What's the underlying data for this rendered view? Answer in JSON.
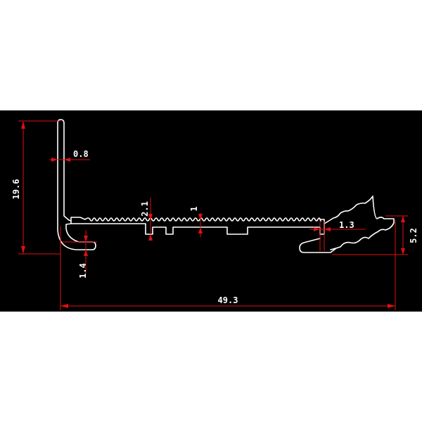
{
  "colors": {
    "page_background": "#ffffff",
    "drawing_background": "#000000",
    "profile_outline": "#ffffff",
    "dimension_lines": "#e01010",
    "dimension_text": "#ffffff"
  },
  "dimensions": {
    "height_left": "19.6",
    "wall_thickness": "0.8",
    "lip_thickness": "1.4",
    "rib_height": "2.1",
    "plate_thickness": "1",
    "right_step": "1.3",
    "right_height": "5.2",
    "overall_width": "49.3"
  }
}
